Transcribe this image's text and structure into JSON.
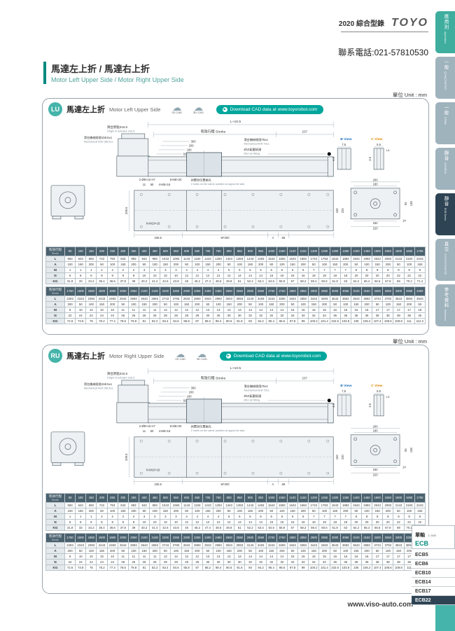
{
  "page": {
    "catalog": "2020 綜合型錄",
    "brand": "TOYO",
    "phone": "聯系電話:021-57810530",
    "title_zh": "馬達左上折 / 馬達右上折",
    "title_en": "Motor Left Upper Side / Motor Right Upper Side",
    "unit": "單位 Unit : mm",
    "website": "www.viso-auto.com"
  },
  "side_tabs": [
    {
      "zh": "應用別",
      "en": "Application",
      "style": "accent-tab"
    },
    {
      "zh": "一般",
      "en": "QTH/QTY/ETH/Y",
      "style": "norm"
    },
    {
      "zh": "一般",
      "en": "ETB/M",
      "style": "norm"
    },
    {
      "zh": "靜音",
      "en": "GCH/ECH",
      "style": "norm"
    },
    {
      "zh": "靜音",
      "en": "ECB Series",
      "style": "active"
    },
    {
      "zh": "直交",
      "en": "XYGT/XYTH/XYTB",
      "style": "norm"
    },
    {
      "zh": "參考資料",
      "en": "Reference",
      "style": "norm"
    }
  ],
  "model_nav": {
    "group_zh": "單軸",
    "group_en": "1 axis",
    "series": "ECB",
    "items": [
      "ECB5",
      "ECB6",
      "ECB10",
      "ECB14",
      "ECB17",
      "ECB22"
    ],
    "active": "ECB22"
  },
  "cad": {
    "cad2d": "2D CAD",
    "cad3d": "3D CAD",
    "download": "Download CAD data at www.toyorobot.com"
  },
  "sections": [
    {
      "badge": "LU",
      "title_zh": "馬達左上折",
      "title_en": "Motor Left Upper Side"
    },
    {
      "badge": "RU",
      "title_zh": "馬達右上折",
      "title_en": "Motor Right Upper Side"
    }
  ],
  "drawing": {
    "dim_total": "L+10.5",
    "origin_zh": "滑台原點316.5",
    "origin_en": "Origin of actuator 316.5",
    "stroke_label": "有效行程 Stroke",
    "dim_237": "237",
    "mech_limit_left_zh": "滑台機械極限158.5±1",
    "mech_limit_left_en": "Mechanical limit 158.5±1",
    "dim_300": "300",
    "dim_200": "200",
    "dim_180": "180",
    "dim_92": "92",
    "mech_limit_right_zh": "滑台機械極限79±1",
    "mech_limit_right_en": "Mechanical limit 79±1",
    "air_fitting_zh": "Ø10氣壓接頭",
    "air_fitting_en": "Ø10 air fitting",
    "b_view": "B View",
    "c_view": "C View",
    "dim_7_5": "7.5",
    "dim_4_5": "4.5",
    "dim_5_5": "5.5",
    "dim_1_8": "1.8",
    "dim_3_5": "3.5",
    "holes_dowel": "2-Ø8×15 H7",
    "holes_m8": "8-M8×20",
    "dim_11": "11",
    "dim_50": "50",
    "holes_m5": "4-M5×16",
    "oppos_zh": "對置同位置兩孔",
    "oppos_en": "2 holes on the same position at oppos ite side.",
    "holes_n": "N-M10×16",
    "dim_209_5": "209.5",
    "dim_235_5": "235.5",
    "dim_m200": "M*200",
    "dim_A": "A",
    "dim_68": "68",
    "ev_200": "200",
    "ev_180": "180",
    "ev_182": "182",
    "ev_220": "220",
    "dim_14": "14",
    "dim_55": "55",
    "dim_138": "138"
  },
  "tables": [
    {
      "header_zh": "有效行程",
      "header_en": "Stroke",
      "strokes": [
        50,
        100,
        150,
        200,
        250,
        300,
        350,
        400,
        450,
        500,
        550,
        600,
        650,
        700,
        750,
        800,
        850,
        900,
        950,
        1000,
        1050,
        1100,
        1150,
        1200,
        1250,
        1300,
        1350,
        1400,
        1450,
        1500,
        1550,
        1600,
        1650,
        1700
      ],
      "rows": [
        {
          "label": "L",
          "values": [
            593,
            643,
            693,
            743,
            793,
            843,
            893,
            943,
            993,
            1043,
            1093,
            1143,
            1193,
            1243,
            1293,
            1343,
            1393,
            1443,
            1493,
            1543,
            1593,
            1643,
            1693,
            1743,
            1793,
            1843,
            1893,
            1943,
            1993,
            2043,
            2093,
            2143,
            2193,
            2243
          ]
        },
        {
          "label": "A",
          "values": [
            100,
            150,
            200,
            50,
            100,
            150,
            200,
            50,
            100,
            150,
            200,
            50,
            100,
            150,
            200,
            50,
            100,
            150,
            200,
            50,
            100,
            150,
            200,
            50,
            100,
            150,
            200,
            50,
            100,
            150,
            200,
            50,
            100,
            150
          ]
        },
        {
          "label": "M",
          "values": [
            1,
            1,
            1,
            2,
            2,
            2,
            2,
            3,
            3,
            3,
            3,
            4,
            4,
            4,
            4,
            5,
            5,
            5,
            5,
            6,
            6,
            6,
            6,
            7,
            7,
            7,
            7,
            8,
            8,
            8,
            8,
            9,
            9,
            9
          ]
        },
        {
          "label": "N",
          "values": [
            6,
            6,
            6,
            8,
            8,
            8,
            8,
            10,
            10,
            10,
            10,
            12,
            12,
            12,
            12,
            14,
            14,
            14,
            14,
            16,
            16,
            16,
            16,
            18,
            18,
            18,
            18,
            20,
            20,
            20,
            20,
            22,
            22,
            22
          ]
        },
        {
          "label": "KG",
          "values": [
            31.8,
            33,
            34.2,
            35.4,
            36.6,
            37.8,
            39,
            40.2,
            41.4,
            42.6,
            43.8,
            45,
            46.2,
            47.4,
            48.6,
            49.8,
            51,
            52.2,
            53.4,
            54.6,
            55.8,
            57,
            58.2,
            59.4,
            60.6,
            61.8,
            63,
            64.2,
            65.4,
            66.6,
            67.8,
            69,
            70.2,
            71.4
          ]
        }
      ]
    },
    {
      "header_zh": "有效行程",
      "header_en": "Stroke",
      "strokes": [
        1750,
        1800,
        1850,
        1900,
        1950,
        2000,
        2050,
        2100,
        2150,
        2200,
        2250,
        2300,
        2350,
        2400,
        2450,
        2500,
        2550,
        2600,
        2650,
        2700,
        2750,
        2800,
        2850,
        2900,
        2950,
        3000,
        3050,
        3100,
        3150,
        3200,
        3250,
        3300,
        3350,
        3400
      ],
      "rows": [
        {
          "label": "L",
          "values": [
            2293,
            2343,
            2393,
            2443,
            2493,
            2543,
            2593,
            2643,
            2693,
            2743,
            2793,
            2843,
            2893,
            2943,
            2993,
            3043,
            3093,
            3143,
            3193,
            3243,
            3293,
            3343,
            3393,
            3443,
            3493,
            3543,
            3593,
            3643,
            3693,
            3743,
            3793,
            3843,
            3893,
            3943
          ]
        },
        {
          "label": "A",
          "values": [
            200,
            50,
            100,
            150,
            200,
            50,
            100,
            150,
            200,
            50,
            100,
            150,
            200,
            50,
            100,
            150,
            200,
            50,
            100,
            150,
            200,
            50,
            100,
            150,
            200,
            50,
            100,
            150,
            200,
            50,
            100,
            150,
            200,
            50
          ]
        },
        {
          "label": "M",
          "values": [
            9,
            10,
            10,
            10,
            10,
            11,
            11,
            11,
            11,
            12,
            12,
            12,
            12,
            13,
            13,
            13,
            13,
            14,
            14,
            14,
            14,
            15,
            15,
            15,
            15,
            16,
            16,
            16,
            16,
            17,
            17,
            17,
            17,
            18
          ]
        },
        {
          "label": "N",
          "values": [
            22,
            24,
            24,
            24,
            24,
            26,
            26,
            26,
            26,
            28,
            28,
            28,
            28,
            30,
            30,
            30,
            30,
            32,
            32,
            32,
            32,
            34,
            34,
            34,
            34,
            36,
            36,
            36,
            36,
            38,
            38,
            38,
            38,
            40
          ]
        },
        {
          "label": "KG",
          "values": [
            72.6,
            73.8,
            75,
            76.2,
            77.4,
            78.6,
            79.8,
            81,
            82.2,
            83.4,
            84.6,
            85.8,
            87,
            88.2,
            89.4,
            90.6,
            91.8,
            93,
            94.2,
            95.4,
            96.6,
            97.8,
            99,
            100.2,
            101.4,
            102.6,
            103.8,
            105,
            106.2,
            107.4,
            108.6,
            109.8,
            111,
            112.2
          ]
        }
      ]
    }
  ]
}
